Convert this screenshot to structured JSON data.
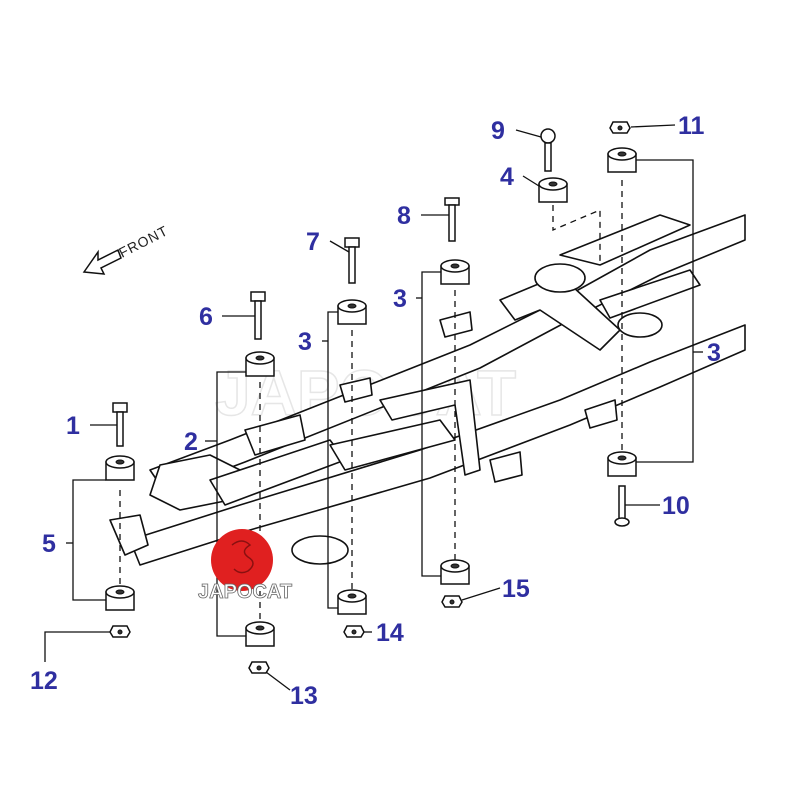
{
  "diagram": {
    "direction_label": "FRONT",
    "watermark": "JAPOCAT",
    "logo_text": "JAPOCAT",
    "label_color": "#2f2fa0",
    "logo_color": "#e02020",
    "callouts": {
      "c1": "1",
      "c2": "2",
      "c3a": "3",
      "c3b": "3",
      "c3c": "3",
      "c4": "4",
      "c5": "5",
      "c6": "6",
      "c7": "7",
      "c8": "8",
      "c9": "9",
      "c10": "10",
      "c11": "11",
      "c12": "12",
      "c13": "13",
      "c14": "14",
      "c15": "15"
    }
  }
}
